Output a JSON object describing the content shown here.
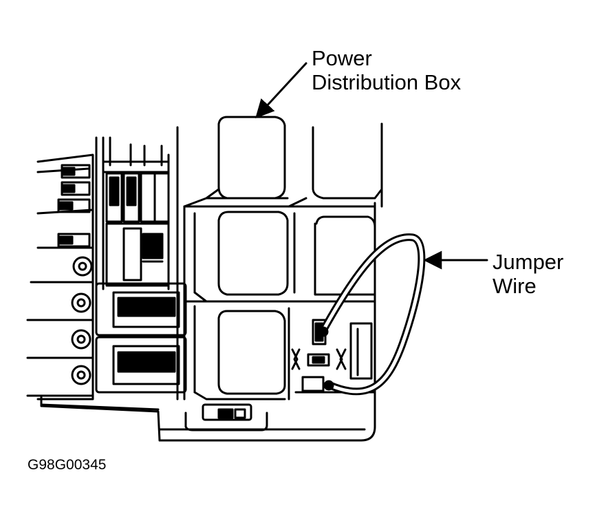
{
  "labels": {
    "power_distribution_box": [
      "Power",
      "Distribution Box"
    ],
    "jumper_wire": [
      "Jumper",
      "Wire"
    ]
  },
  "figure_id": "G98G00345",
  "colors": {
    "ink": "#000000",
    "paper": "#ffffff",
    "wire": "#ffffff"
  }
}
